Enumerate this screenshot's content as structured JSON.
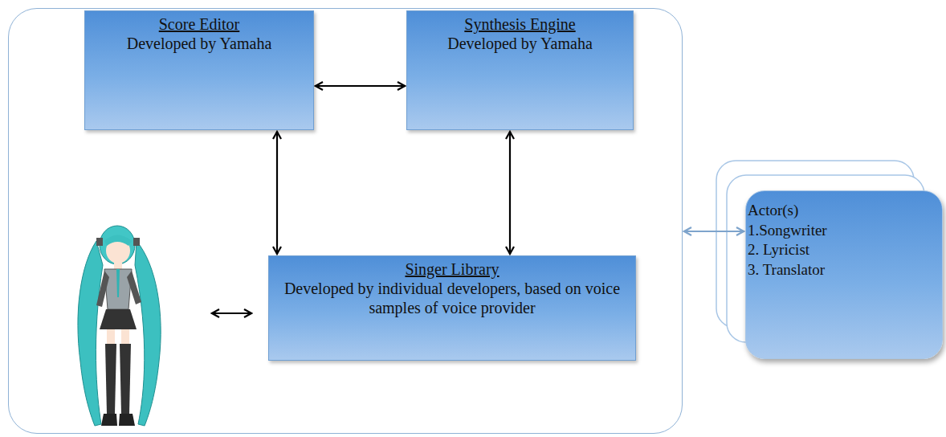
{
  "diagram": {
    "nodes": [
      {
        "text": []
      },
      {
        "text": [
          "Score Editor",
          "Developed by Yamaha"
        ],
        "in": 0
      },
      {
        "text": [
          "Synthesis Engine",
          "Developed by Yamaha"
        ],
        "in": 0
      },
      {
        "text": [
          "Singer Library",
          "Developed by individual developers, based on voice samples of voice provider"
        ],
        "in": 0
      },
      {
        "text": [
          "Actor(s)",
          "1.Songwriter",
          "2. Lyricist",
          "3. Translator"
        ]
      }
    ],
    "edges": [
      {
        "from": 1,
        "to": 2,
        "arrow": "both"
      },
      {
        "from": 1,
        "to": 3,
        "arrow": "both"
      },
      {
        "from": 2,
        "to": 3,
        "arrow": "both"
      },
      {
        "from": 4,
        "to": 0,
        "arrow": "both"
      }
    ]
  }
}
